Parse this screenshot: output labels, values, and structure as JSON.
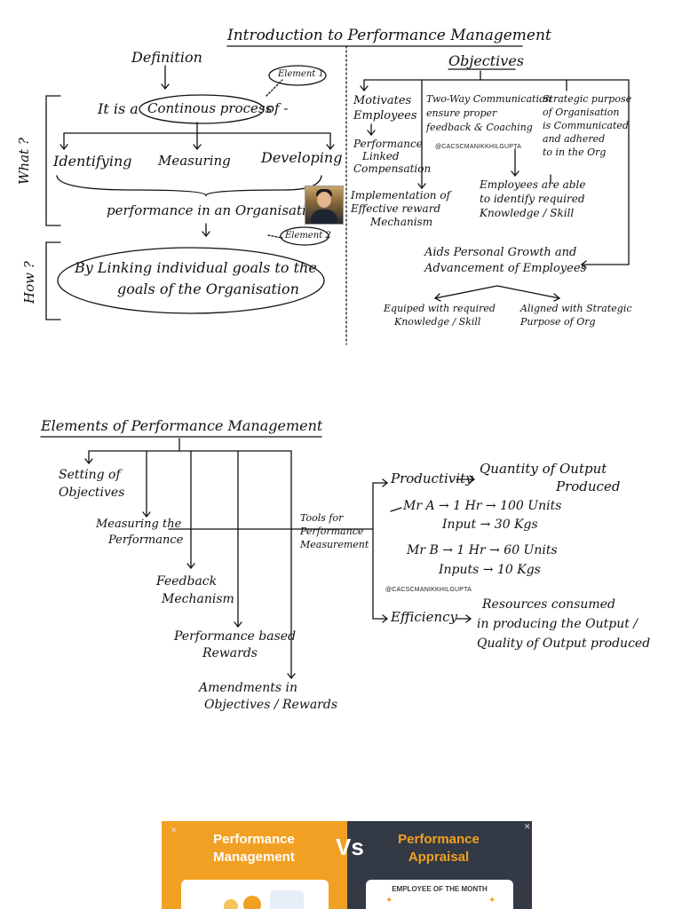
{
  "watermark": "@CACSCMANIKKHILGUPTA",
  "section1": {
    "title": "Introduction to Performance Management",
    "definition_heading": "Definition",
    "element1_label": "Element 1",
    "element2_label": "Element 2",
    "what_label": "What ?",
    "how_label": "How ?",
    "continuous_line_prefix": "It is a",
    "continuous_process": "Continous process",
    "continuous_line_suffix": "of -",
    "identifying": "Identifying",
    "measuring": "Measuring",
    "developing": "Developing",
    "performance_line": "performance in an Organisation",
    "how_text_line1": "By Linking individual goals to the",
    "how_text_line2": "goals of the Organisation"
  },
  "objectives": {
    "heading": "Objectives",
    "motivates": [
      "Motivates",
      "Employees"
    ],
    "performance_linked": [
      "Performance",
      "Linked",
      "Compensation"
    ],
    "implementation": [
      "Implementation of",
      "Effective reward",
      "Mechanism"
    ],
    "two_way": [
      "Two-Way Communication",
      "ensure proper",
      "feedback & Coaching"
    ],
    "employees_able": [
      "Employees are able",
      "to identify required",
      "Knowledge / Skill"
    ],
    "strategic": [
      "Strategic purpose",
      "of Organisation",
      "is Communicated",
      "and adhered",
      "to in the Org"
    ],
    "aids": [
      "Aids Personal Growth and",
      "Advancement of Employees"
    ],
    "equipped": [
      "Equiped with required",
      "Knowledge / Skill"
    ],
    "aligned": [
      "Aligned with Strategic",
      "Purpose of Org"
    ]
  },
  "section2": {
    "title": "Elements of Performance Management",
    "setting": [
      "Setting of",
      "Objectives"
    ],
    "measuring": [
      "Measuring the",
      "Performance"
    ],
    "feedback": [
      "Feedback",
      "Mechanism"
    ],
    "rewards": [
      "Performance based",
      "Rewards"
    ],
    "amendments": [
      "Amendments in",
      "Objectives / Rewards"
    ],
    "tools": [
      "Tools for",
      "Performance",
      "Measurement"
    ],
    "productivity": "Productivity",
    "productivity_def": [
      "Quantity of Output",
      "Produced"
    ],
    "mr_a": "Mr A → 1 Hr → 100 Units",
    "mr_a_input": "Input → 30 Kgs",
    "mr_b": "Mr B → 1 Hr → 60 Units",
    "mr_b_input": "Inputs → 10 Kgs",
    "efficiency": "Efficiency",
    "efficiency_def": [
      "Resources consumed",
      "in producing the Output /",
      "Quality of Output produced"
    ]
  },
  "banner": {
    "left_title": [
      "Performance",
      "Management"
    ],
    "vs": "Vs",
    "right_title": [
      "Performance",
      "Appraisal"
    ],
    "employee_of_month": "EMPLOYEE OF THE MONTH",
    "left_color": "#f2a024",
    "right_color": "#333a45",
    "right_title_color": "#f2a024"
  }
}
